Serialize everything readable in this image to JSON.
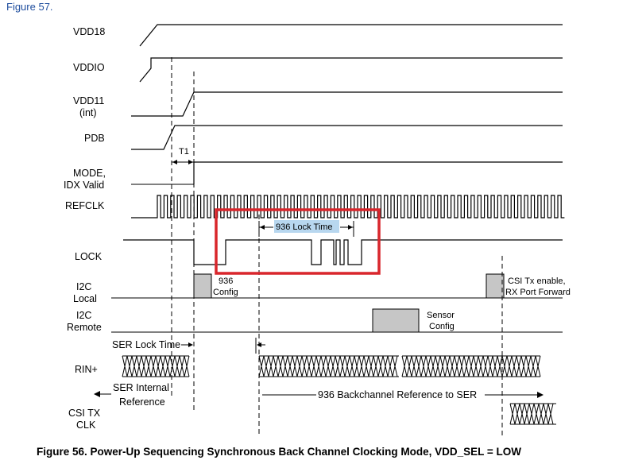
{
  "figure_top_label": "Figure 57.",
  "signals": {
    "vdd18": "VDD18",
    "vddio": "VDDIO",
    "vdd11": [
      "VDD11",
      "(int)"
    ],
    "pdb": "PDB",
    "mode": [
      "MODE,",
      "IDX Valid"
    ],
    "refclk": "REFCLK",
    "lock": "LOCK",
    "i2c_local": [
      "I2C",
      "Local"
    ],
    "i2c_remote": [
      "I2C",
      "Remote"
    ],
    "rin": "RIN+",
    "csi_tx_clk": [
      "CSI TX",
      "CLK"
    ]
  },
  "annotations": {
    "t1": "T1",
    "lock_time": "936 Lock Time",
    "config_936": [
      "936",
      "Config"
    ],
    "sensor_config": [
      "Sensor",
      "Config"
    ],
    "csi_tx_enable": [
      "CSI Tx enable,",
      "RX Port Forward"
    ],
    "ser_lock_time": "SER Lock Time",
    "ser_internal_ref": [
      "SER Internal",
      "Reference"
    ],
    "backchannel_ref": "936 Backchannel Reference to SER"
  },
  "caption": "Figure 56.  Power-Up Sequencing Synchronous Back Channel Clocking Mode, VDD_SEL = LOW",
  "colors": {
    "highlight": "#d9262c",
    "box_fill": "#c6c6c6",
    "figure_label": "#1f4e9e",
    "lock_time_bg": "#b8d7ef"
  }
}
